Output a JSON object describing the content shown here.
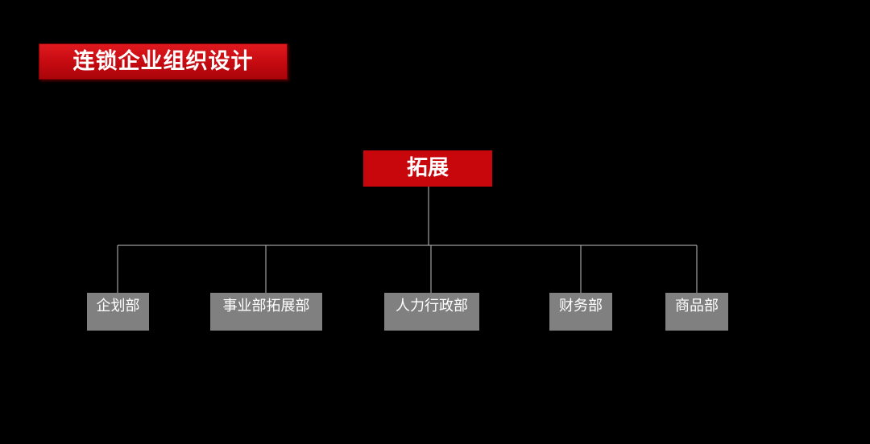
{
  "title": "连锁企业组织设计",
  "root": {
    "label": "拓展"
  },
  "departments": [
    {
      "label": "企划部"
    },
    {
      "label": "事业部拓展部"
    },
    {
      "label": "人力行政部"
    },
    {
      "label": "财务部"
    },
    {
      "label": "商品部"
    }
  ],
  "colors": {
    "background": "#000000",
    "accent_red": "#c8070d",
    "dept_box": "#808080",
    "connector": "#bfbfbf"
  }
}
